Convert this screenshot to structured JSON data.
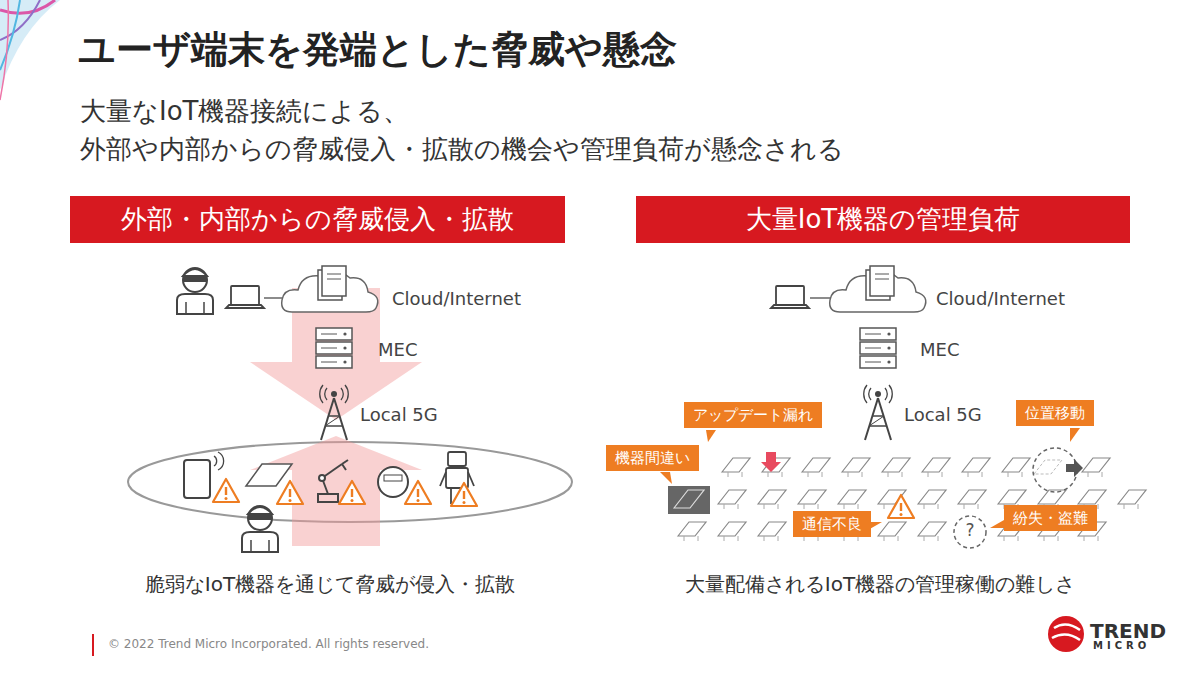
{
  "diagram": {
    "title": "ユーザ端末を発端とした脅威や懸念",
    "nodes": [
      {
        "text": [
          "外部・内部からの脅威侵入・拡散"
        ]
      },
      {
        "text": [
          "大量IoT機器の管理負荷"
        ]
      },
      {
        "text": [
          "アップデート漏れ"
        ]
      },
      {
        "text": [
          "位置移動"
        ]
      },
      {
        "text": [
          "機器間違い"
        ]
      },
      {
        "text": [
          "通信不良"
        ]
      },
      {
        "text": [
          "紛失・盗難"
        ]
      }
    ],
    "labels": [
      "大量なIoT機器接続による、",
      "外部や内部からの脅威侵入・拡散の機会や管理負荷が懸念される",
      "Cloud/Internet",
      "MEC",
      "Local 5G",
      "脆弱なIoT機器を通じて脅威が侵入・拡散",
      "Cloud/Internet",
      "MEC",
      "Local 5G",
      "?",
      "大量配備されるIoT機器の管理稼働の難しさ",
      "© 2022 Trend Micro Incorporated. All rights reserved.",
      "TREND",
      "MICRO"
    ]
  }
}
